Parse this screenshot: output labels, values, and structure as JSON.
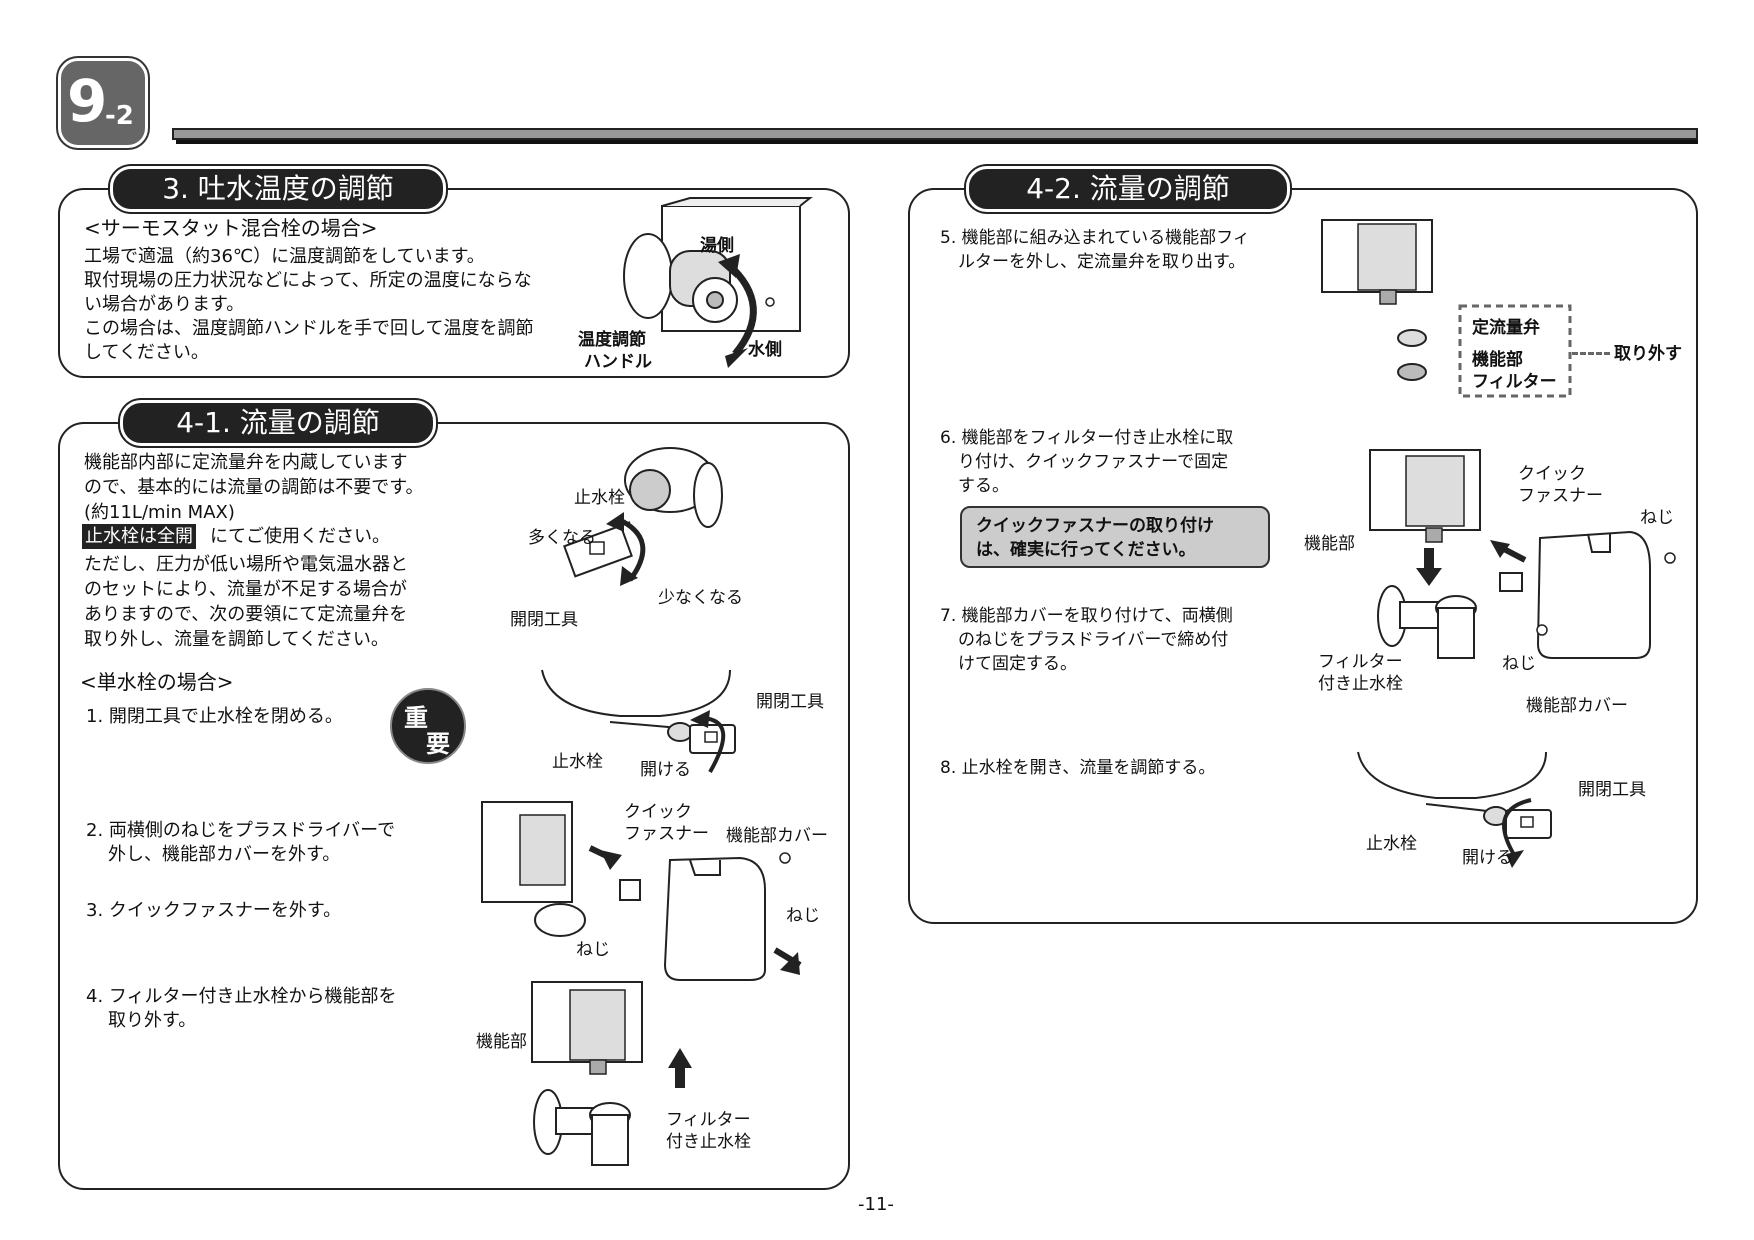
{
  "header": {
    "badge_main": "9",
    "badge_sub": "-2"
  },
  "sec3": {
    "title": "3. 吐水温度の調節",
    "subtitle": "<サーモスタット混合栓の場合>",
    "lines": [
      "工場で適温（約36℃）に温度調節をしています。",
      "取付現場の圧力状況などによって、所定の温度にならな",
      "い場合があります。",
      "この場合は、温度調節ハンドルを手で回して温度を調節",
      "してください。"
    ],
    "fig": {
      "hot": "湯側",
      "cold": "水側",
      "handle1": "温度調節",
      "handle2": "ハンドル"
    }
  },
  "sec41": {
    "title": "4-1. 流量の調節",
    "lines": [
      "機能部内部に定流量弁を内蔵しています",
      "ので、基本的には流量の調節は不要です。",
      "(約11L/min MAX)"
    ],
    "highlight": "止水栓は全開",
    "highlight_rest": "にてご使用ください。",
    "lines2": [
      "ただし、圧力が低い場所や電気温水器と",
      "のセットにより、流量が不足する場合が",
      "ありますので、次の要領にて定流量弁を",
      "取り外し、流量を調節してください。"
    ],
    "subtitle": "<単水栓の場合>",
    "important1": "重",
    "important2": "要",
    "steps": [
      {
        "text1": "1. 開閉工具で止水栓を閉める。",
        "text2": ""
      },
      {
        "text1": "2. 両横側のねじをプラスドライバーで",
        "text2": "外し、機能部カバーを外す。"
      },
      {
        "text1": "3. クイックファスナーを外す。",
        "text2": ""
      },
      {
        "text1": "4. フィルター付き止水栓から機能部を",
        "text2": "取り外す。"
      }
    ],
    "fig1": {
      "valve": "止水栓",
      "more": "多くなる",
      "less": "少なくなる",
      "tool": "開閉工具"
    },
    "fig2": {
      "tool": "開閉工具",
      "valve": "止水栓",
      "open": "開ける"
    },
    "fig3": {
      "fastener1": "クイック",
      "fastener2": "ファスナー",
      "cover": "機能部カバー",
      "screw1": "ねじ",
      "screw2": "ねじ"
    },
    "fig4": {
      "unit": "機能部",
      "filter1": "フィルター",
      "filter2": "付き止水栓"
    }
  },
  "sec42": {
    "title": "4-2. 流量の調節",
    "step5": [
      "5. 機能部に組み込まれている機能部フィ",
      "ルターを外し、定流量弁を取り出す。"
    ],
    "step6": [
      "6. 機能部をフィルター付き止水栓に取",
      "り付け、クイックファスナーで固定",
      "する。"
    ],
    "note": [
      "クイックファスナーの取り付け",
      "は、確実に行ってください。"
    ],
    "step7": [
      "7. 機能部カバーを取り付けて、両横側",
      "のねじをプラスドライバーで締め付",
      "けて固定する。"
    ],
    "step8": "8. 止水栓を開き、流量を調節する。",
    "fig5": {
      "valve": "定流量弁",
      "filter1": "機能部",
      "filter2": "フィルター",
      "remove": "取り外す"
    },
    "fig6": {
      "unit": "機能部",
      "fastener1": "クイック",
      "fastener2": "ファスナー",
      "screw1": "ねじ",
      "screw2": "ねじ",
      "filter1": "フィルター",
      "filter2": "付き止水栓",
      "cover": "機能部カバー"
    },
    "fig7": {
      "tool": "開閉工具",
      "valve": "止水栓",
      "open": "開ける"
    }
  },
  "footer": {
    "page": "-11-"
  }
}
